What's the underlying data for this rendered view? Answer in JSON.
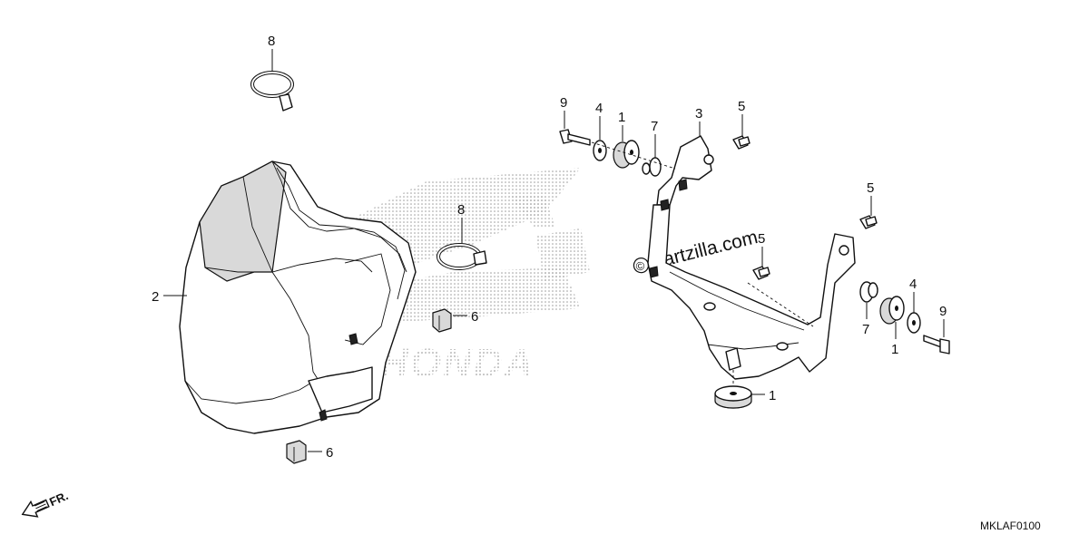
{
  "watermark": {
    "brand": "HONDA",
    "site": "partzilla.com",
    "copyright_symbol": "©"
  },
  "direction_marker": {
    "label": "FR.",
    "icon": "arrow-forward-icon"
  },
  "diagram_code": "MKLAF0100",
  "callouts": [
    {
      "id": "c8a",
      "number": "8"
    },
    {
      "id": "c2",
      "number": "2"
    },
    {
      "id": "c8b",
      "number": "8"
    },
    {
      "id": "c6a",
      "number": "6"
    },
    {
      "id": "c6b",
      "number": "6"
    },
    {
      "id": "c9a",
      "number": "9"
    },
    {
      "id": "c4a",
      "number": "4"
    },
    {
      "id": "c1a",
      "number": "1"
    },
    {
      "id": "c7a",
      "number": "7"
    },
    {
      "id": "c3",
      "number": "3"
    },
    {
      "id": "c5a",
      "number": "5"
    },
    {
      "id": "c5b",
      "number": "5"
    },
    {
      "id": "c5c",
      "number": "5"
    },
    {
      "id": "c4b",
      "number": "4"
    },
    {
      "id": "c9b",
      "number": "9"
    },
    {
      "id": "c7b",
      "number": "7"
    },
    {
      "id": "c1b",
      "number": "1"
    },
    {
      "id": "c1c",
      "number": "1"
    }
  ]
}
